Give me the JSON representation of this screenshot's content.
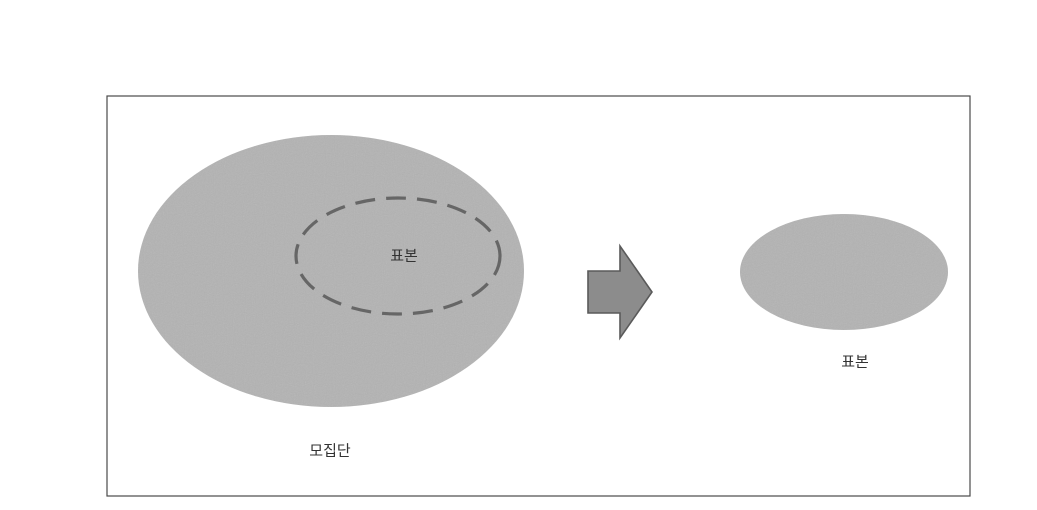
{
  "diagram": {
    "population_label": "모집단",
    "inner_sample_label": "표본",
    "extracted_sample_label": "표본"
  },
  "colors": {
    "ellipse_fill": "#b3b3b3",
    "sample_outline": "#666666",
    "arrow_fill": "#8c8c8c",
    "arrow_stroke": "#5a5a5a",
    "frame": "#4a4a4a",
    "text": "#333333"
  }
}
